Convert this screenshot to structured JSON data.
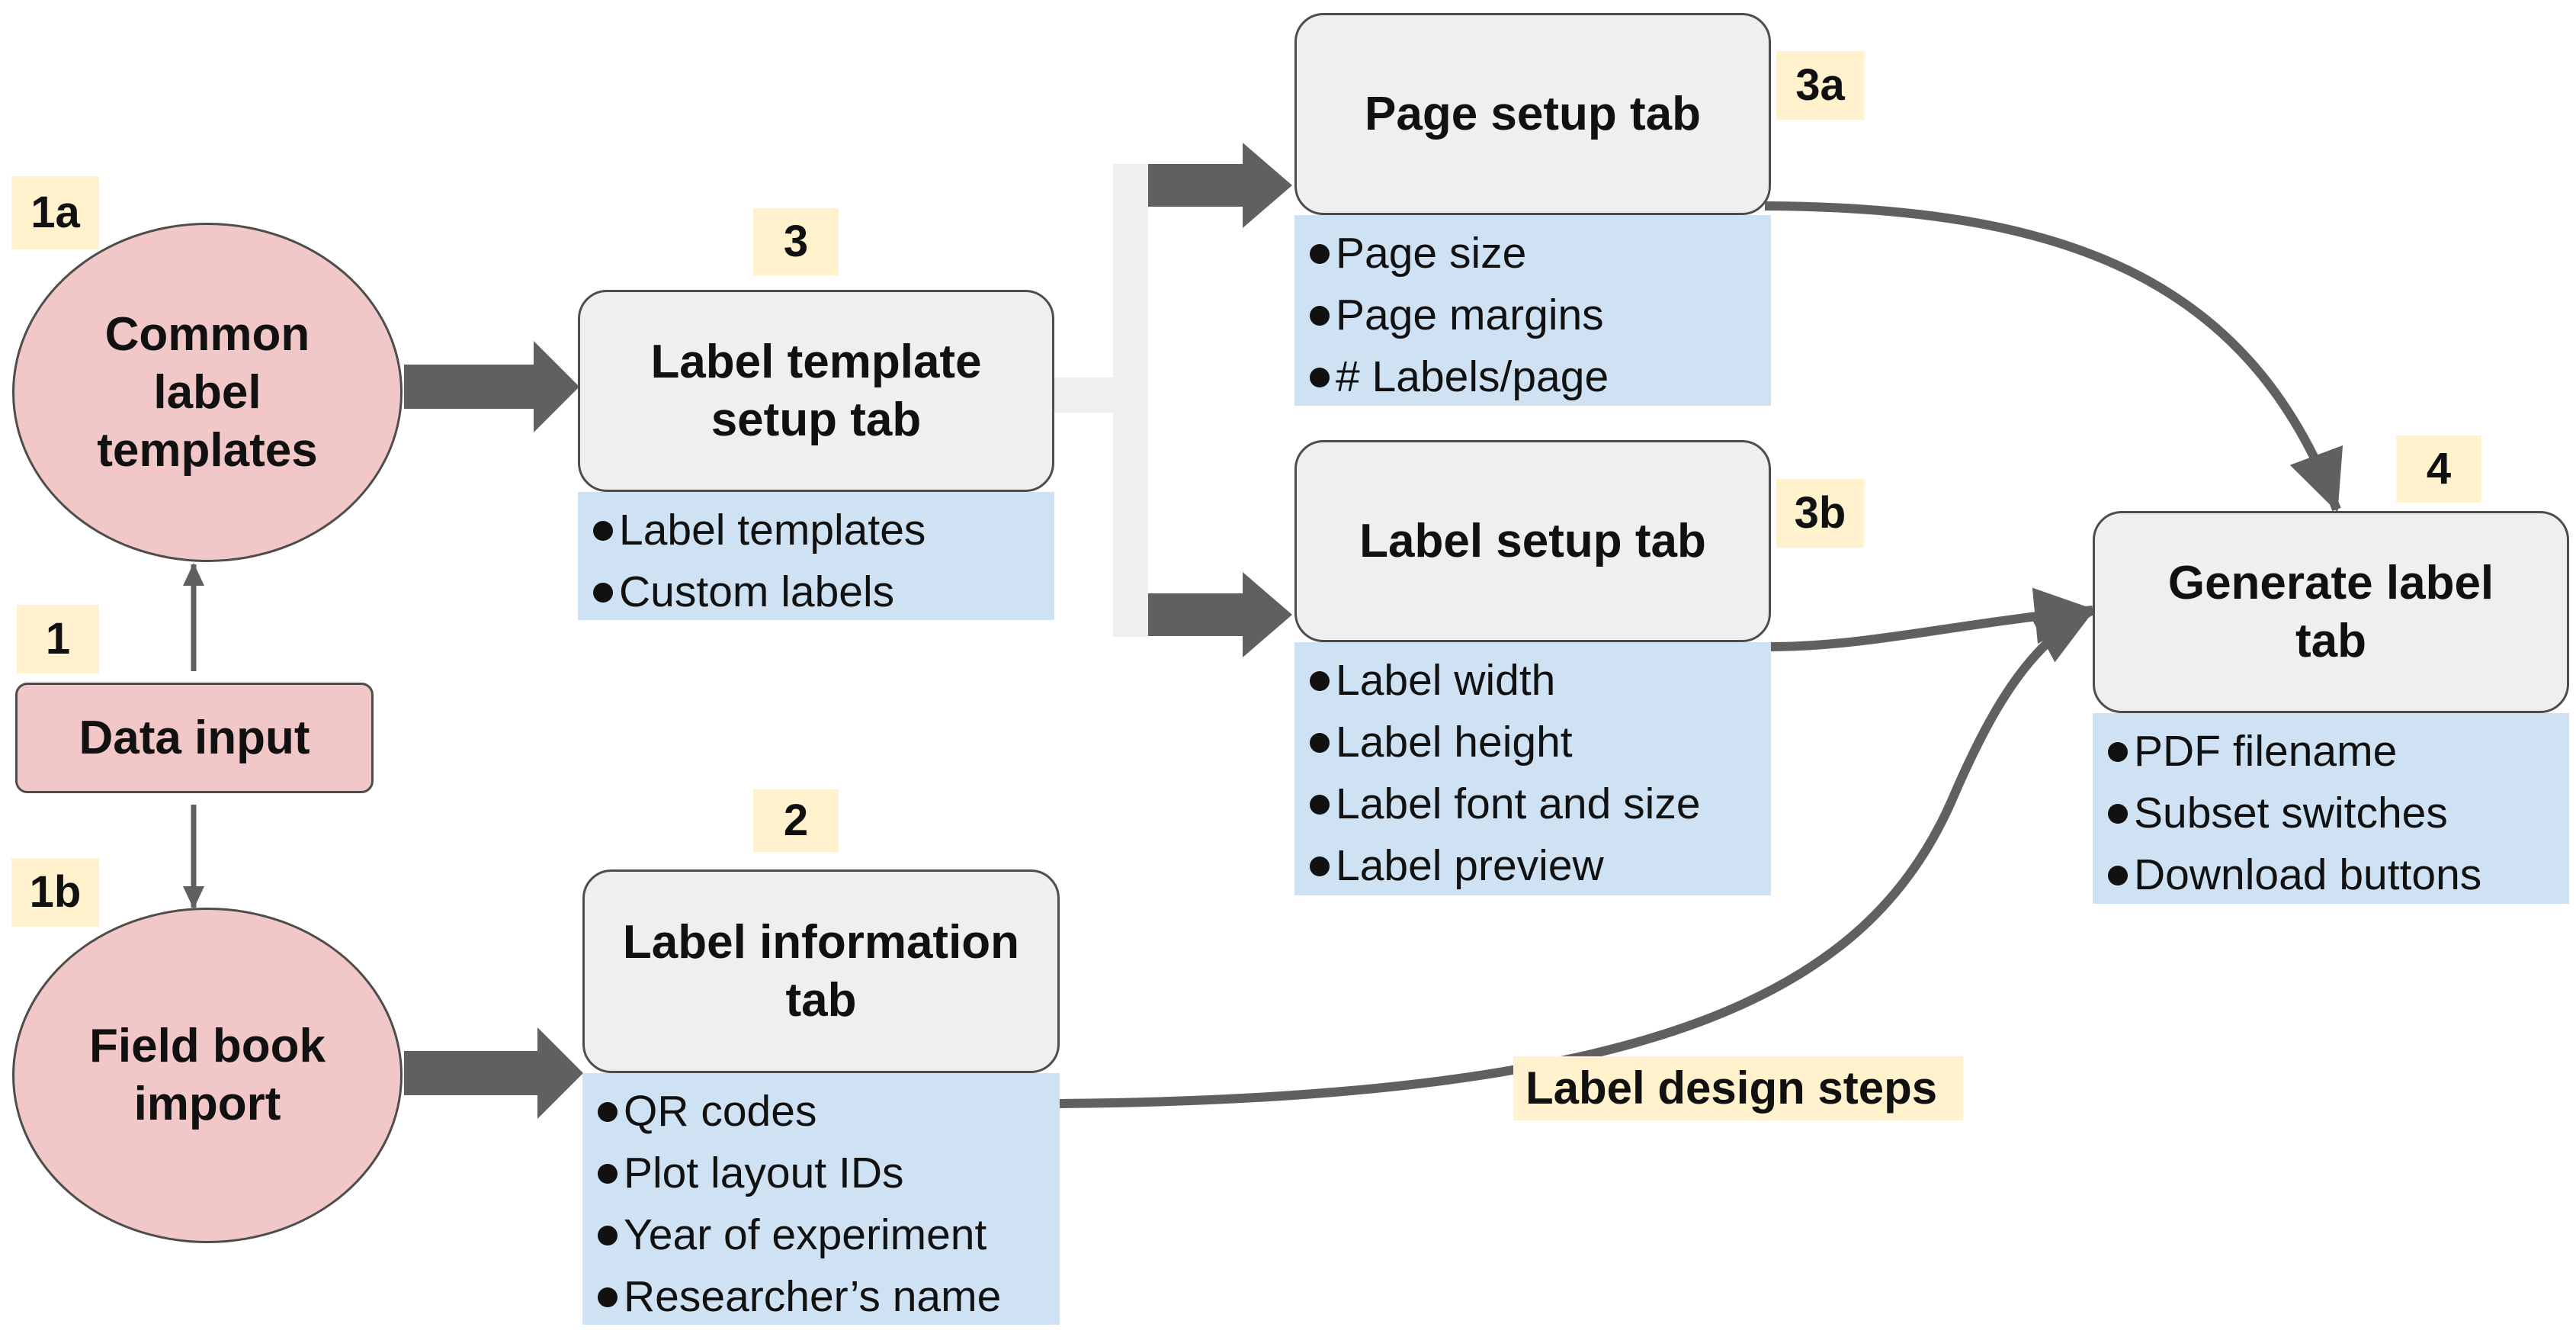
{
  "colors": {
    "source_fill": "#f2c7c7",
    "tab_fill": "#efefef",
    "list_fill": "#cfe2f3",
    "tag_fill": "#fff2cc",
    "arrow": "#606060",
    "branch": "#efefef"
  },
  "nodes": {
    "common_templates": "Common\nlabel\ntemplates",
    "data_input": "Data input",
    "field_book": "Field book\nimport",
    "label_template_tab": "Label template\nsetup tab",
    "label_information_tab": "Label information\ntab",
    "page_setup_tab": "Page setup tab",
    "label_setup_tab": "Label setup tab",
    "generate_label_tab": "Generate label\ntab"
  },
  "tags": {
    "t1a": "1a",
    "t1": "1",
    "t1b": "1b",
    "t2": "2",
    "t3": "3",
    "t3a": "3a",
    "t3b": "3b",
    "t4": "4"
  },
  "lists": {
    "label_template": [
      "Label templates",
      "Custom labels"
    ],
    "label_information": [
      "QR codes",
      "Plot layout IDs",
      "Year of experiment",
      "Researcher’s name"
    ],
    "page_setup": [
      "Page size",
      "Page margins",
      "# Labels/page"
    ],
    "label_setup": [
      "Label width",
      "Label height",
      "Label font and size",
      "Label preview"
    ],
    "generate_label": [
      "PDF filename",
      "Subset switches",
      "Download buttons"
    ]
  },
  "caption": "Label design steps"
}
